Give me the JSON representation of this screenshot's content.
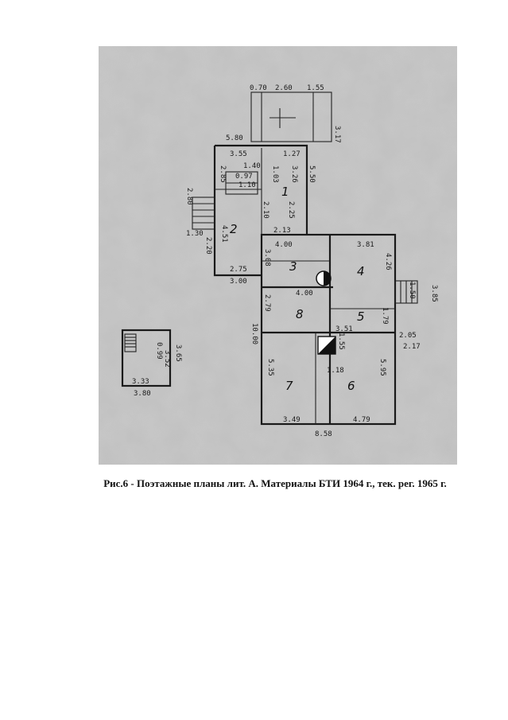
{
  "caption": "Рис.6 - Поэтажные планы лит. А. Материалы БТИ 1964 г., тек. рег. 1965 г.",
  "rooms": [
    "1",
    "2",
    "3",
    "4",
    "5",
    "6",
    "7",
    "8"
  ],
  "dimensions": {
    "top_070": "0.70",
    "top_260": "2.60",
    "top_155": "1.55",
    "top_317": "3.17",
    "d_580": "5.80",
    "d_355": "3.55",
    "d_127": "1.27",
    "d_140": "1.40",
    "d_103": "1.03",
    "d_285": "2.85",
    "d_097": "0.97",
    "d_110": "1.10",
    "d_326": "3.26",
    "d_550": "5.50",
    "d_210": "2.10",
    "d_225": "2.25",
    "d_280": "2.80",
    "d_130": "1.30",
    "d_451": "4.51",
    "d_220": "2.20",
    "d_213": "2.13",
    "d_400a": "4.00",
    "d_381": "3.81",
    "d_308": "3.08",
    "d_426": "4.26",
    "d_275": "2.75",
    "d_300": "3.00",
    "d_400b": "4.00",
    "d_279": "2.79",
    "d_179": "1.79",
    "d_150": "1.50",
    "d_385": "3.85",
    "d_351": "3.51",
    "d_205": "2.05",
    "d_217": "2.17",
    "d_1000": "10.00",
    "d_155": "1.55",
    "d_118": "1.18",
    "d_595": "5.95",
    "d_535": "5.35",
    "d_349": "3.49",
    "d_479": "4.79",
    "d_858": "8.58",
    "s_099": "0.99",
    "s_352": "3.52",
    "s_365": "3.65",
    "s_333": "3.33",
    "s_380": "3.80"
  }
}
